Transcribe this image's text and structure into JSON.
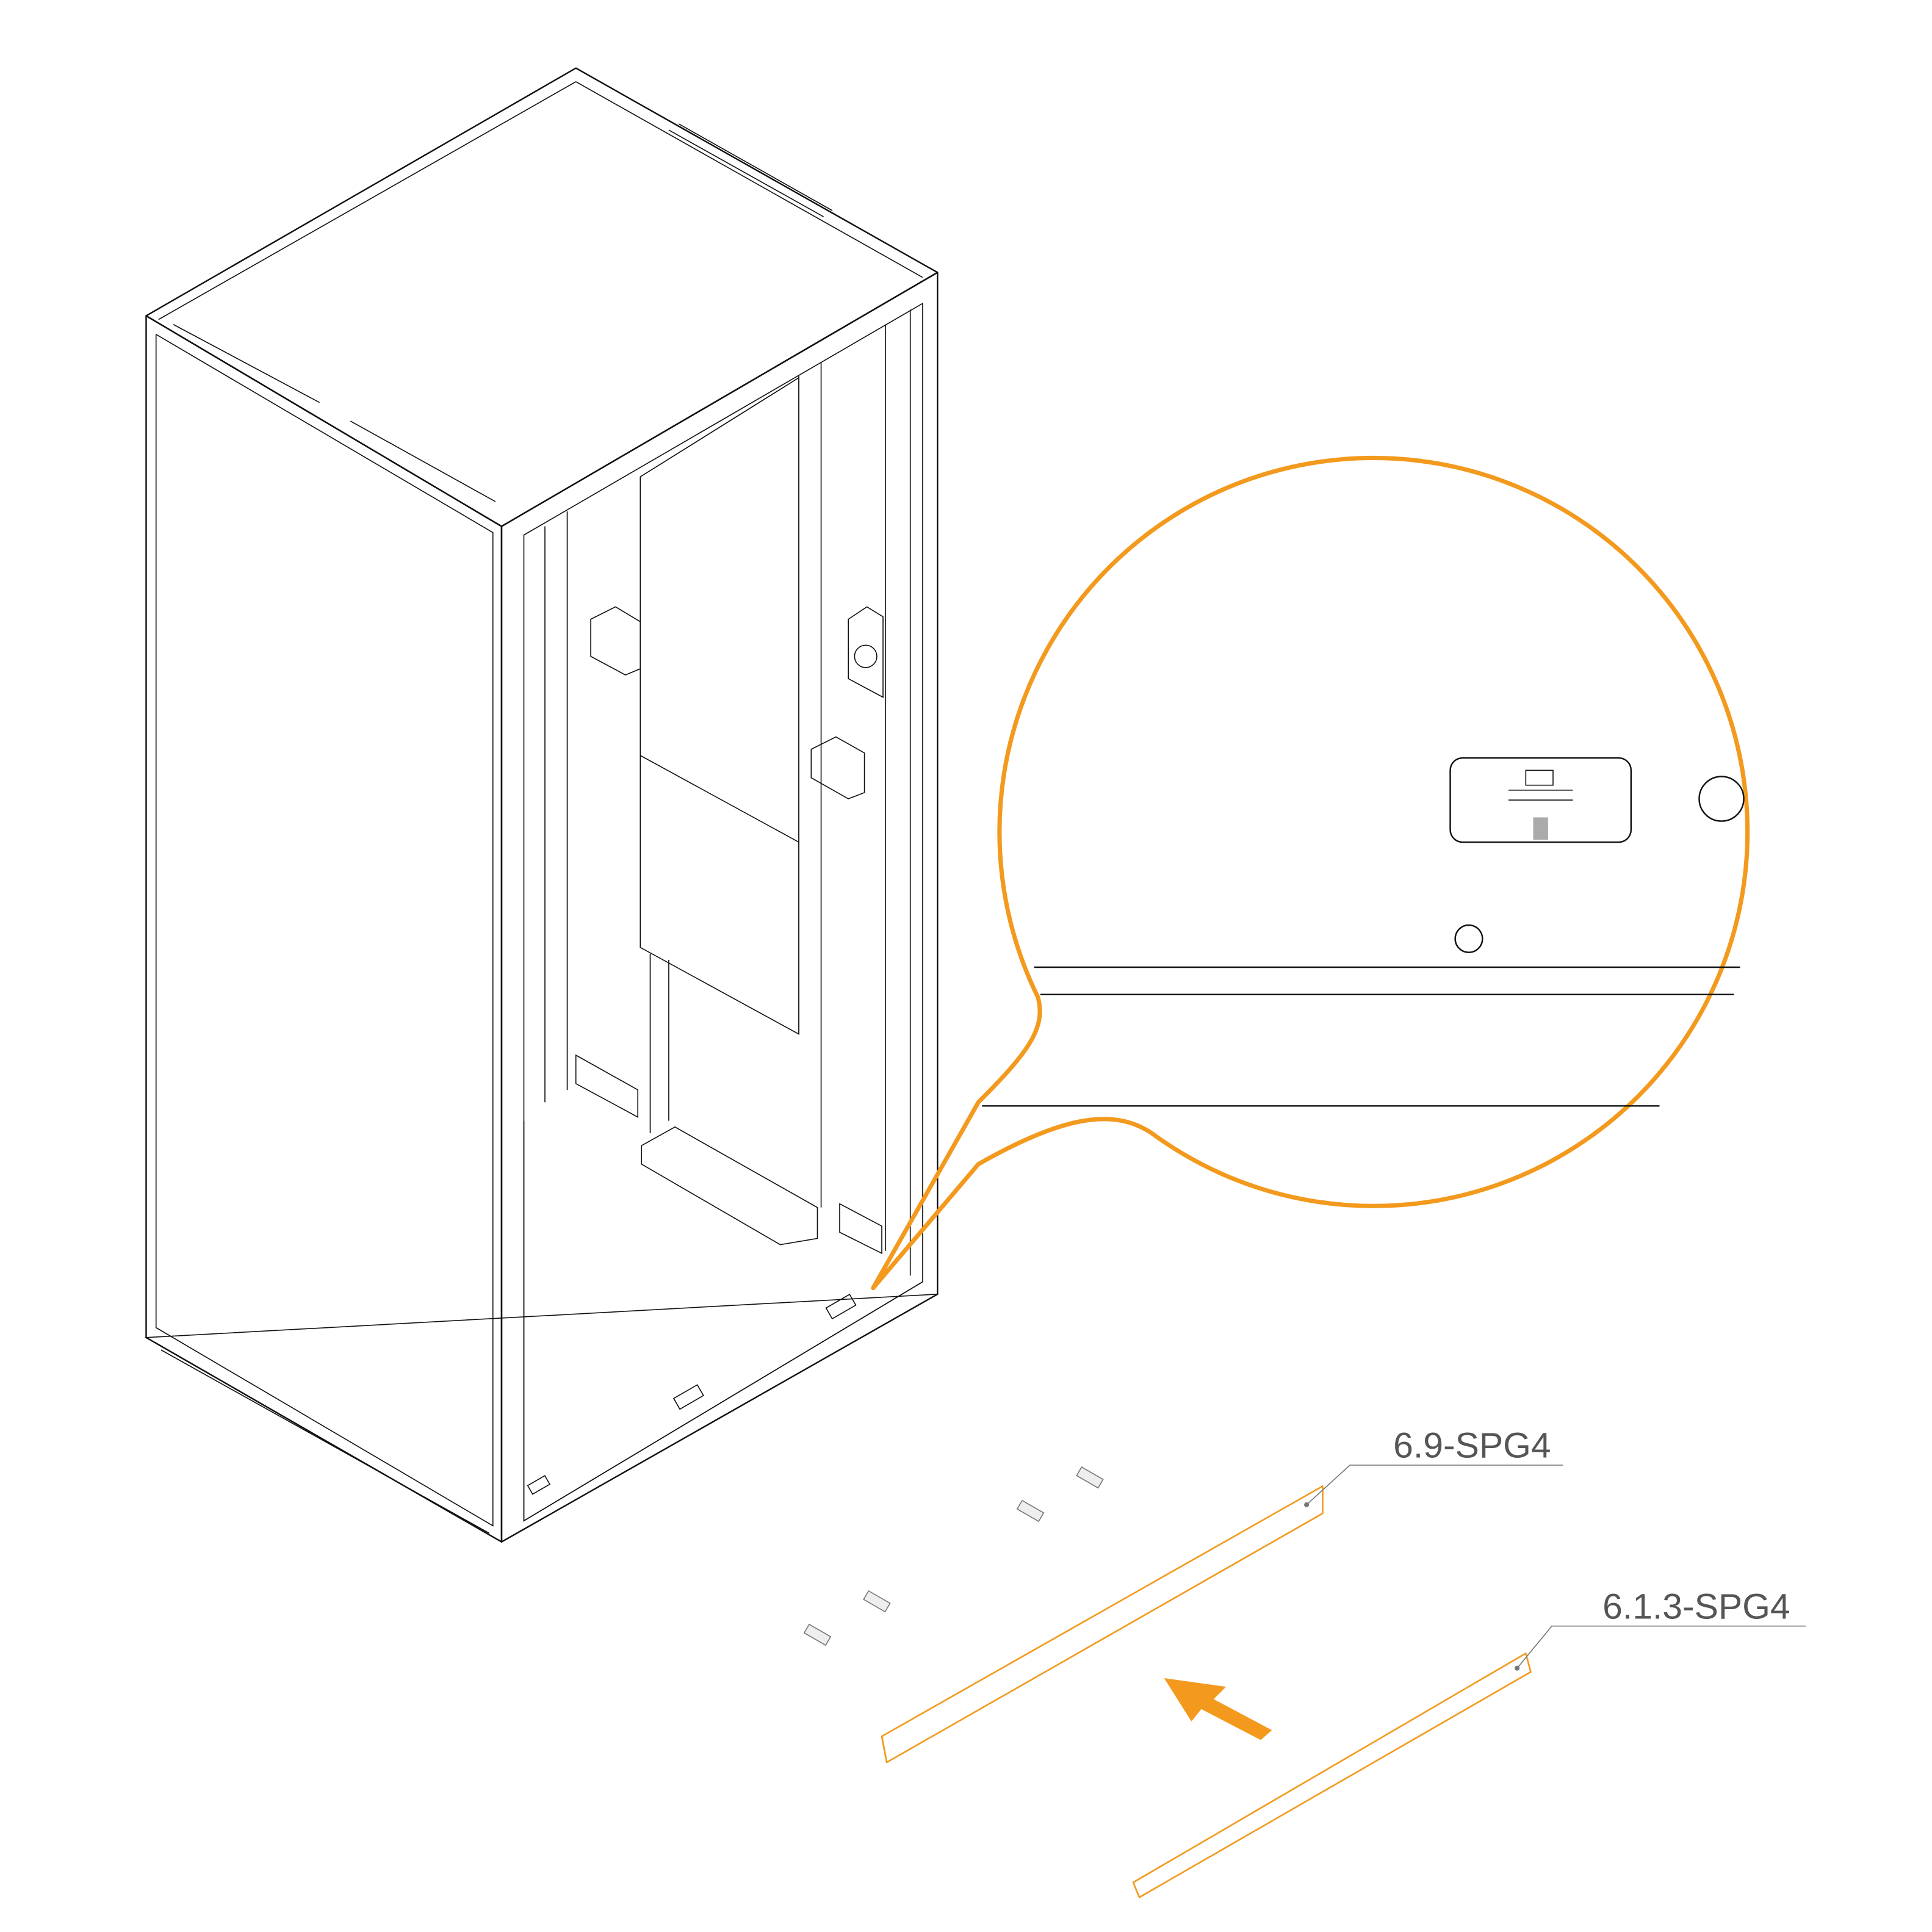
{
  "callouts": [
    {
      "label": "6.9-SPG4"
    },
    {
      "label": "6.1.3-SPG4"
    }
  ],
  "colors": {
    "highlight": "#f39a1e",
    "line": "#111111",
    "label": "#555555"
  },
  "icons": {
    "arrow": "assembly-direction-arrow",
    "magnifier": "detail-magnifier"
  }
}
